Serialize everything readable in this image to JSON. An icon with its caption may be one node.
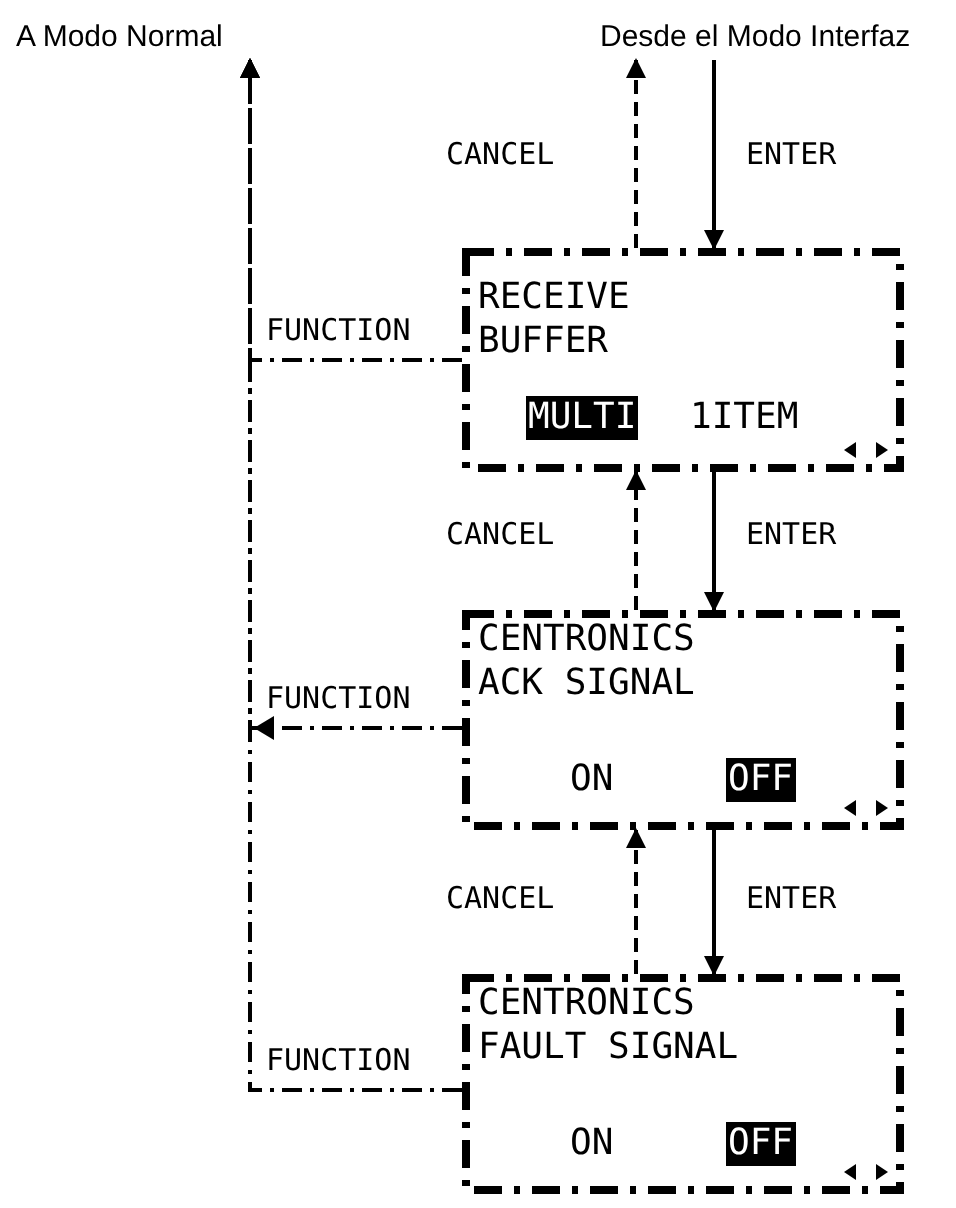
{
  "diagram": {
    "nodes": [
      {
        "text": [
          "A Modo Normal"
        ]
      },
      {
        "text": [
          "Desde el Modo Interfaz"
        ]
      },
      {
        "text": [
          "RECEIVE BUFFER",
          "MULTI",
          "1ITEM"
        ]
      },
      {
        "text": [
          "CENTRONICS ACK SIGNAL",
          "ON",
          "OFF"
        ]
      },
      {
        "text": [
          "CENTRONICS FAULT SIGNAL",
          "ON",
          "OFF"
        ]
      }
    ],
    "edges": [
      {
        "from": 1,
        "to": 2,
        "arrow": "to",
        "label": "ENTER"
      },
      {
        "from": 2,
        "to": 1,
        "arrow": "to",
        "label": "CANCEL",
        "style": "dashed"
      },
      {
        "from": 2,
        "to": 3,
        "arrow": "to",
        "label": "ENTER"
      },
      {
        "from": 3,
        "to": 2,
        "arrow": "to",
        "label": "CANCEL",
        "style": "dashed"
      },
      {
        "from": 3,
        "to": 4,
        "arrow": "to",
        "label": "ENTER"
      },
      {
        "from": 4,
        "to": 3,
        "arrow": "to",
        "label": "CANCEL",
        "style": "dashed"
      },
      {
        "from": 2,
        "to": 0,
        "arrow": "to",
        "label": "FUNCTION",
        "style": "dashed"
      },
      {
        "from": 3,
        "to": 0,
        "arrow": "to",
        "label": "FUNCTION",
        "style": "dashed"
      },
      {
        "from": 4,
        "to": 0,
        "arrow": "to",
        "label": "FUNCTION",
        "style": "dashed"
      }
    ]
  }
}
